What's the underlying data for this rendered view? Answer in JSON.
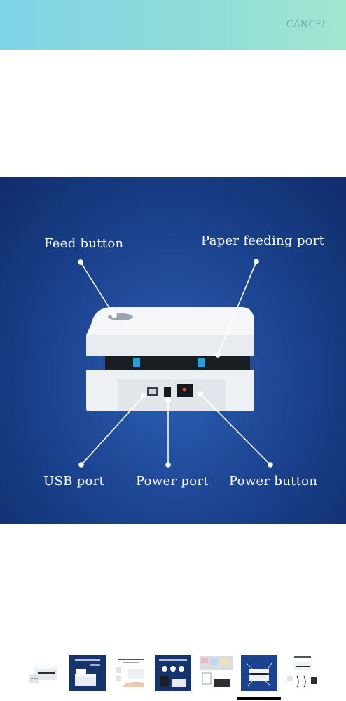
{
  "header": {
    "cancel_label": "CANCEL"
  },
  "hero": {
    "callouts": {
      "feed_button": "Feed button",
      "paper_feeding_port": "Paper feeding port",
      "usb_port": "USB port",
      "power_port": "Power port",
      "power_button": "Power button"
    }
  },
  "thumbnails": {
    "count": 7,
    "selected_index": 5
  },
  "colors": {
    "header_start": "#7fd3e6",
    "header_end": "#a2e6d0",
    "hero_blue": "#1b438f",
    "selection_bar": "#000000"
  }
}
